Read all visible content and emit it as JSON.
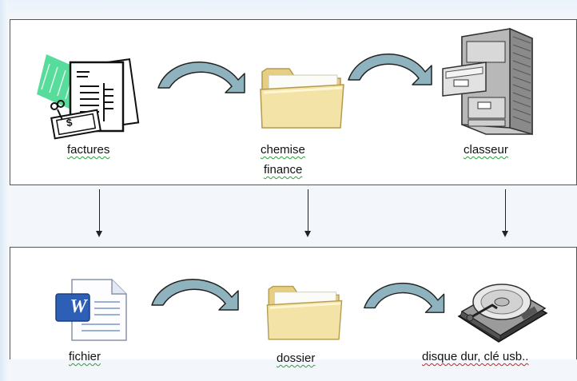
{
  "top_row": {
    "factures": "factures",
    "chemise_line1": "chemise",
    "chemise_line2": "finance",
    "classeur": "classeur"
  },
  "bottom_row": {
    "fichier": "fichier",
    "dossier": "dossier",
    "disque": "disque dur, clé usb..",
    "word_letter": "W"
  },
  "icons": {
    "invoice_icon": "invoice-documents-icon",
    "folder_icon": "folder-icon",
    "cabinet_icon": "filing-cabinet-icon",
    "word_icon": "word-document-icon",
    "hdd_icon": "hard-drive-icon",
    "dollar_tag": "$"
  },
  "colors": {
    "arrow_fill": "#8fb3be",
    "folder": "#f3e1a0",
    "panel_border": "#555555"
  }
}
